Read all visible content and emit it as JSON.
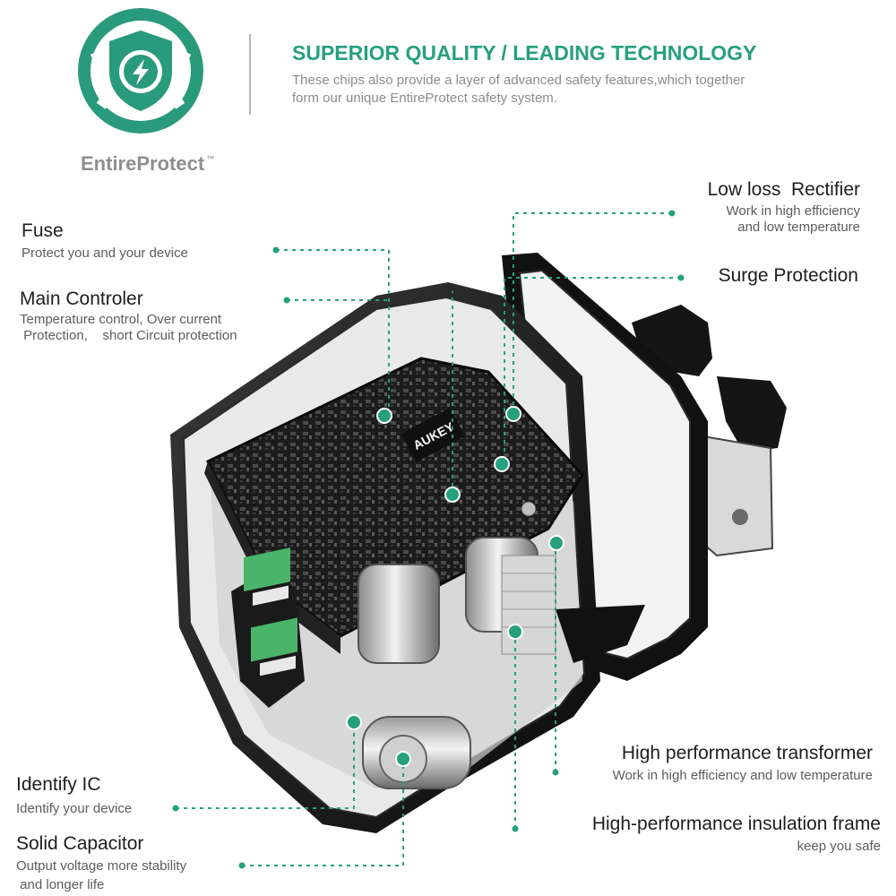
{
  "brand": {
    "name": "EntireProtect",
    "trademark": "™",
    "accent_color": "#2a9a7c",
    "icon": "shield-bolt-icon"
  },
  "header": {
    "headline": "SUPERIOR QUALITY / LEADING TECHNOLOGY",
    "description_line1": "These chips also provide a layer of advanced safety features,which together",
    "description_line2": "form our unique EntireProtect safety system."
  },
  "product": {
    "board_label": "AUKEY",
    "image": "charger-internal-components-image"
  },
  "callouts": {
    "fuse": {
      "title": "Fuse",
      "desc1": "Protect you and your device"
    },
    "main_controller": {
      "title": "Main Controler",
      "desc1": "Temperature control, Over current",
      "desc2": " Protection,    short Circuit protection"
    },
    "identify_ic": {
      "title": "Identify IC",
      "desc1": "Identify your device"
    },
    "solid_capacitor": {
      "title": "Solid Capacitor",
      "desc1": "Output voltage more stability",
      "desc2": " and longer life"
    },
    "rectifier": {
      "title": "Low loss  Rectifier",
      "desc1": "Work in high efficiency",
      "desc2": "and low temperature"
    },
    "surge": {
      "title": "Surge Protection"
    },
    "transformer": {
      "title": "High performance transformer",
      "desc1": "Work in high efficiency and low temperature"
    },
    "insulation": {
      "title": "High-performance insulation frame",
      "desc1": "keep you safe"
    }
  }
}
